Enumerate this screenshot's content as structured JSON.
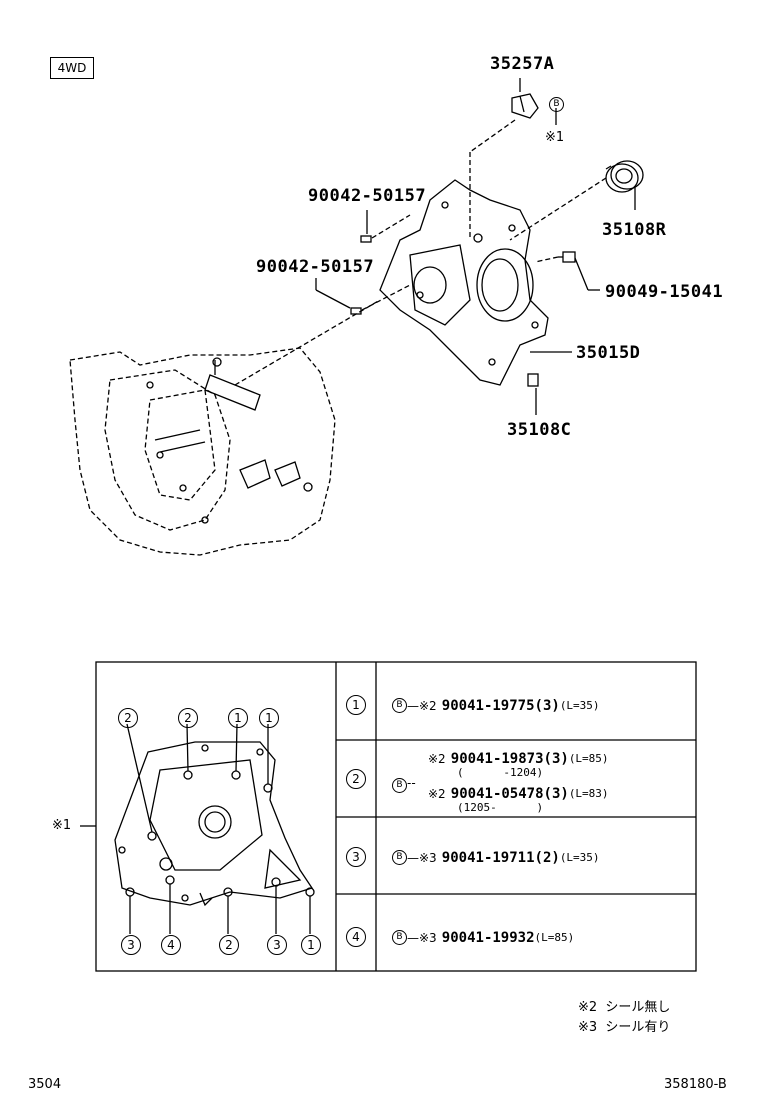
{
  "header": {
    "tag": "4WD"
  },
  "callouts": {
    "p35257A": "35257A",
    "p35108R": "35108R",
    "p90042a": "90042-50157",
    "p90042b": "90042-50157",
    "p90049": "90049-15041",
    "p35015D": "35015D",
    "p35108C": "35108C",
    "mark_b": "B",
    "mark_note1": "※1"
  },
  "inset": {
    "note_label": "※1",
    "bolt_labels": [
      "2",
      "2",
      "1",
      "1",
      "3",
      "4",
      "2",
      "3",
      "1"
    ]
  },
  "table": {
    "rows": [
      {
        "idx": "1",
        "b": "B",
        "lines": [
          {
            "note": "※2",
            "part": "90041-19775",
            "qty": "(3)",
            "len": "(L=35)"
          }
        ],
        "sub": []
      },
      {
        "idx": "2",
        "b": "B",
        "lines": [
          {
            "note": "※2",
            "part": "90041-19873",
            "qty": "(3)",
            "len": "(L=85)",
            "range": "(      -1204)"
          },
          {
            "note": "※2",
            "part": "90041-05478",
            "qty": "(3)",
            "len": "(L=83)",
            "range": "(1205-      )"
          }
        ]
      },
      {
        "idx": "3",
        "b": "B",
        "lines": [
          {
            "note": "※3",
            "part": "90041-19711",
            "qty": "(2)",
            "len": "(L=35)"
          }
        ]
      },
      {
        "idx": "4",
        "b": "B",
        "lines": [
          {
            "note": "※3",
            "part": "90041-19932",
            "qty": "",
            "len": "(L=85)"
          }
        ]
      }
    ]
  },
  "legend": {
    "note2": "※2  シール無し",
    "note3": "※3  シール有り"
  },
  "footer": {
    "left": "3504",
    "right": "358180-B"
  }
}
